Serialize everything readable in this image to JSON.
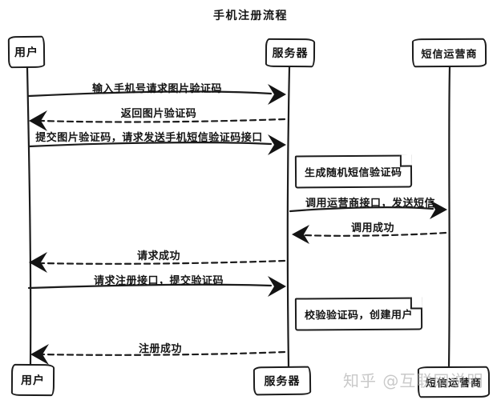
{
  "title": "手机注册流程",
  "actors": [
    {
      "id": "user",
      "label": "用户"
    },
    {
      "id": "server",
      "label": "服务器"
    },
    {
      "id": "carrier",
      "label": "短信运营商"
    }
  ],
  "messages": [
    {
      "from": "user",
      "to": "server",
      "style": "solid",
      "label": "输入手机号请求图片验证码"
    },
    {
      "from": "server",
      "to": "user",
      "style": "dashed",
      "label": "返回图片验证码"
    },
    {
      "from": "user",
      "to": "server",
      "style": "solid",
      "label": "提交图片验证码，请求发送手机短信验证码接口"
    },
    {
      "from": "server",
      "to": "carrier",
      "style": "solid",
      "label": "调用运营商接口，发送短信"
    },
    {
      "from": "carrier",
      "to": "server",
      "style": "dashed",
      "label": "调用成功"
    },
    {
      "from": "server",
      "to": "user",
      "style": "dashed",
      "label": "请求成功"
    },
    {
      "from": "user",
      "to": "server",
      "style": "solid",
      "label": "请求注册接口，提交验证码"
    },
    {
      "from": "server",
      "to": "user",
      "style": "dashed",
      "label": "注册成功"
    }
  ],
  "notes": [
    {
      "attached_to": "server",
      "label": "生成随机短信验证码"
    },
    {
      "attached_to": "server",
      "label": "校验验证码，创建用户"
    }
  ],
  "watermark": "知乎 @互联网说明",
  "colors": {
    "ink": "#1c1c1c",
    "background": "#ffffff",
    "watermark": "#a9a9a9"
  }
}
